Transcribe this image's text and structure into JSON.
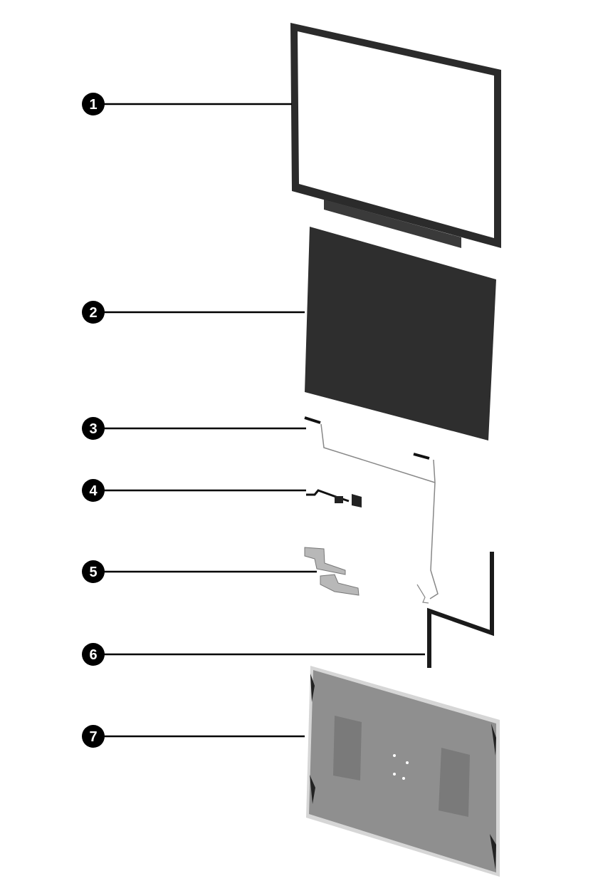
{
  "diagram": {
    "type": "exploded-parts-view",
    "callouts": [
      {
        "number": "1",
        "part": "display-bezel"
      },
      {
        "number": "2",
        "part": "display-panel"
      },
      {
        "number": "3",
        "part": "antenna-cables"
      },
      {
        "number": "4",
        "part": "camera-module"
      },
      {
        "number": "5",
        "part": "hinges"
      },
      {
        "number": "6",
        "part": "display-cable"
      },
      {
        "number": "7",
        "part": "display-back-cover"
      }
    ],
    "colors": {
      "callout": "#000000",
      "panel": "#2e2e2e",
      "cover": "#8f8f8f",
      "cover_edge": "#d4d4d4",
      "hinge": "#b5b5b5"
    }
  }
}
